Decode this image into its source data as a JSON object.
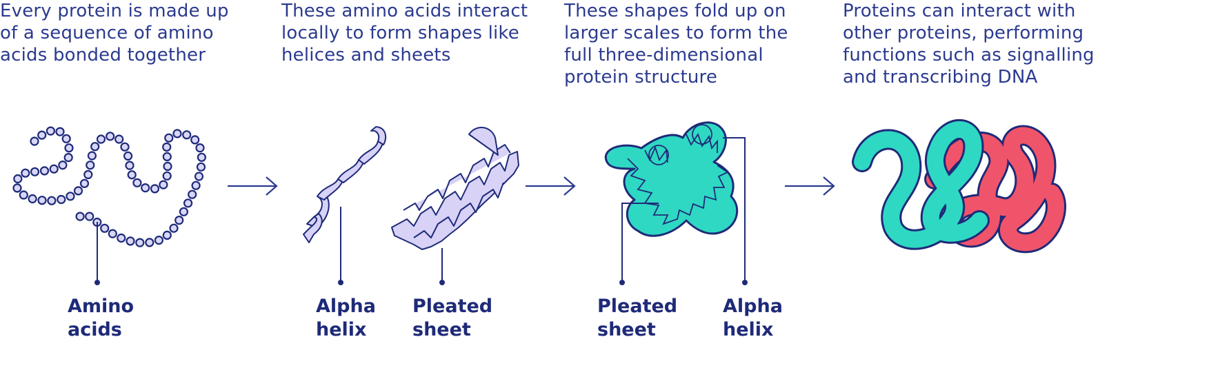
{
  "captions": [
    "Every protein is made up\nof a sequence of amino\nacids bonded together",
    "These amino acids interact\nlocally to form shapes like\nhelices and sheets",
    "These shapes fold up on\nlarger scales to form the\nfull three-dimensional\nprotein structure",
    "Proteins can interact with\nother proteins, performing\nfunctions such as signalling\nand transcribing DNA"
  ],
  "labels": {
    "amino_acids": "Amino\nacids",
    "alpha_helix_1": "Alpha\nhelix",
    "pleated_sheet_1": "Pleated\nsheet",
    "pleated_sheet_2": "Pleated\nsheet",
    "alpha_helix_2": "Alpha\nhelix"
  },
  "colors": {
    "ink": "#1e2a78",
    "bead_fill": "#d9d6f7",
    "lavender": "#d7d2f6",
    "teal": "#2fd8c3",
    "coral": "#f0546a"
  },
  "icons": [
    "arrow-right-icon",
    "arrow-right-icon",
    "arrow-right-icon"
  ]
}
